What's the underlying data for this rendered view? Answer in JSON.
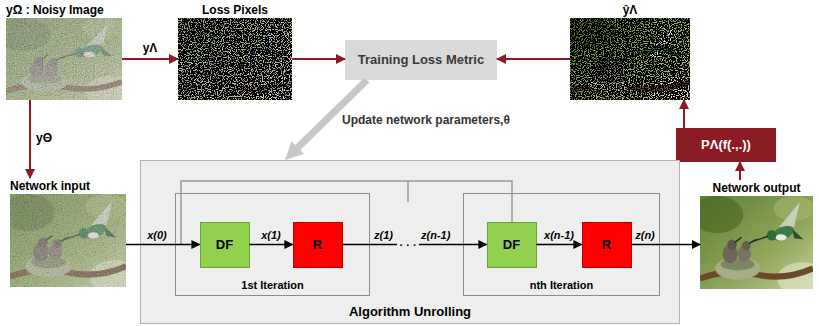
{
  "diagram": {
    "nodes": [
      {
        "text": [
          "yΩ : Noisy Image"
        ]
      },
      {
        "text": [
          "Loss Pixels"
        ]
      },
      {
        "text": [
          "Training Loss Metric"
        ]
      },
      {
        "text": [
          "ŷΛ"
        ]
      },
      {
        "text": [
          "PΛ(f(.,.))"
        ]
      },
      {
        "text": [
          "Network input"
        ]
      },
      {
        "text": [
          "Algorithm Unrolling"
        ]
      },
      {
        "text": [
          "1st Iteration"
        ],
        "in": 6
      },
      {
        "text": [
          "DF"
        ],
        "in": 7
      },
      {
        "text": [
          "R"
        ],
        "in": 7
      },
      {
        "text": [
          "nth Iteration"
        ],
        "in": 6
      },
      {
        "text": [
          "DF"
        ],
        "in": 10
      },
      {
        "text": [
          "R"
        ],
        "in": 10
      },
      {
        "text": [
          "Network output"
        ]
      }
    ],
    "edges": [
      {
        "from": 0,
        "to": 1,
        "arrow": "to",
        "label": "yΛ"
      },
      {
        "from": 1,
        "to": 2,
        "arrow": "to"
      },
      {
        "from": 3,
        "to": 2,
        "arrow": "to"
      },
      {
        "from": 2,
        "to": 6,
        "arrow": "to"
      },
      {
        "from": 0,
        "to": 5,
        "arrow": "to",
        "label": "yΘ"
      },
      {
        "from": 5,
        "to": 8,
        "arrow": "to",
        "label": "x(0)"
      },
      {
        "from": 8,
        "to": 9,
        "arrow": "to",
        "label": "x(1)"
      },
      {
        "from": 9,
        "to": 11,
        "arrow": "to"
      },
      {
        "from": 11,
        "to": 12,
        "arrow": "to",
        "label": "x(n-1)"
      },
      {
        "from": 12,
        "to": 13,
        "arrow": "to",
        "label": "z(n)"
      },
      {
        "from": 13,
        "to": 4,
        "arrow": "to"
      },
      {
        "from": 4,
        "to": 3,
        "arrow": "to"
      }
    ],
    "labels": [
      "z(1)",
      "· · ·",
      "z(n-1)",
      "Update network parameters,θ"
    ]
  }
}
